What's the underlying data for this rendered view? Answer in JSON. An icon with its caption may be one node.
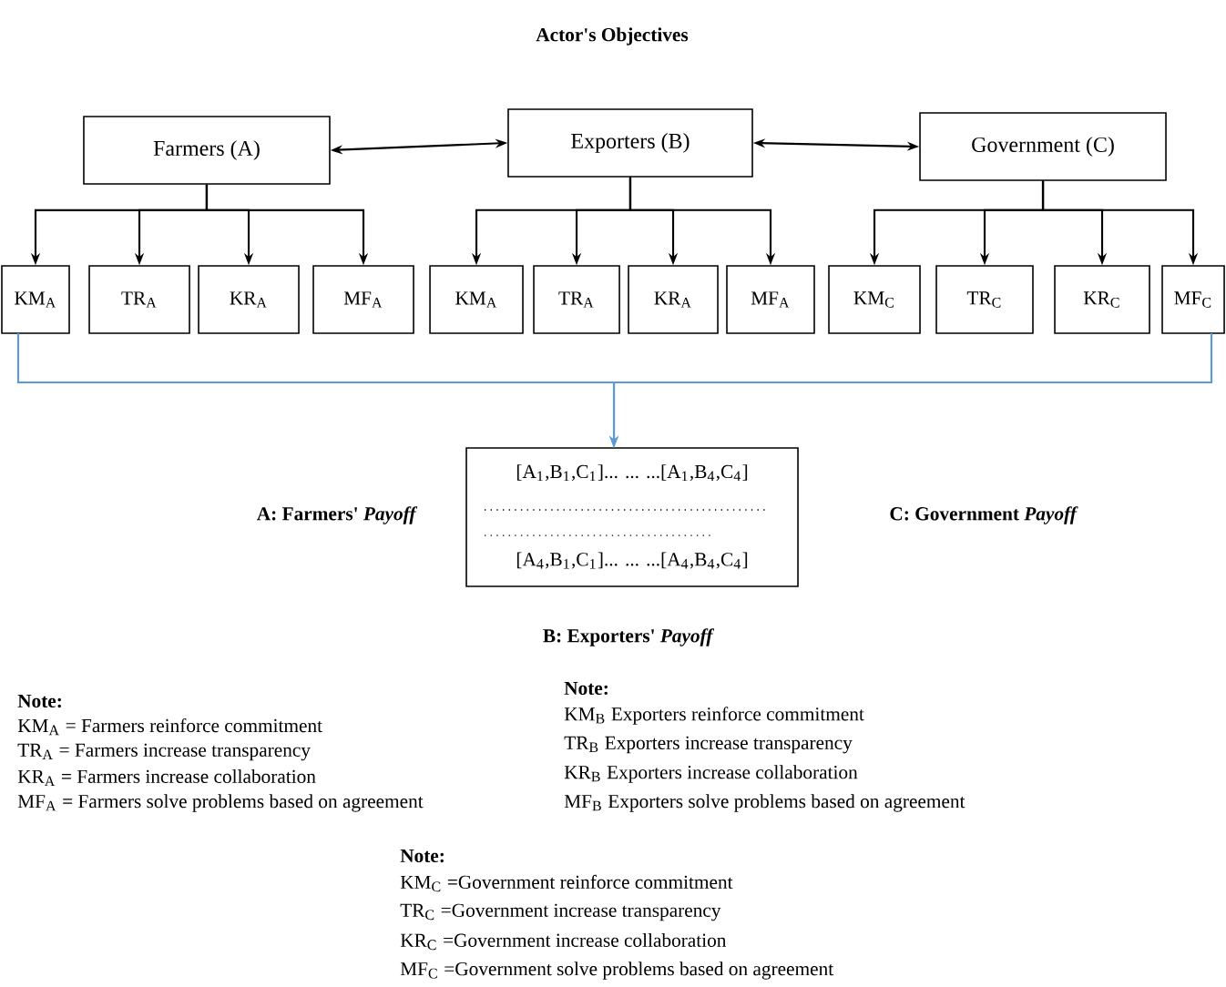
{
  "diagram": {
    "title": "Actor's Objectives",
    "nodes": [
      {
        "text": [
          "Farmers (A)"
        ]
      },
      {
        "text": [
          "Exporters (B)"
        ]
      },
      {
        "text": [
          "Government (C)"
        ]
      },
      {
        "text": [
          "KM$_{A}$"
        ]
      },
      {
        "text": [
          "TR$_{A}$"
        ]
      },
      {
        "text": [
          "KR$_{A}$"
        ]
      },
      {
        "text": [
          "MF$_{A}$"
        ]
      },
      {
        "text": [
          "KM$_{A}$"
        ]
      },
      {
        "text": [
          "TR$_{A}$"
        ]
      },
      {
        "text": [
          "KR$_{A}$"
        ]
      },
      {
        "text": [
          "MF$_{A}$"
        ]
      },
      {
        "text": [
          "KM$_{C}$"
        ]
      },
      {
        "text": [
          "TR$_{C}$"
        ]
      },
      {
        "text": [
          "KR$_{C}$"
        ]
      },
      {
        "text": [
          "MF$_{C}$"
        ]
      },
      {
        "text": [
          "[A$_{1}$,B$_{1}$,C$_{1}$]... ... ...[A$_{1}$,B$_{4}$,C$_{4}$]",
          "[A$_{4}$,B$_{1}$,C$_{1}$]... ... ...[A$_{4}$,B$_{4}$,C$_{4}$]"
        ]
      }
    ],
    "edges": [
      {
        "from": 0,
        "to": 1,
        "arrow": "both"
      },
      {
        "from": 1,
        "to": 2,
        "arrow": "both"
      },
      {
        "from": 0,
        "to": 3,
        "arrow": "to"
      },
      {
        "from": 0,
        "to": 4,
        "arrow": "to"
      },
      {
        "from": 0,
        "to": 5,
        "arrow": "to"
      },
      {
        "from": 0,
        "to": 6,
        "arrow": "to"
      },
      {
        "from": 1,
        "to": 7,
        "arrow": "to"
      },
      {
        "from": 1,
        "to": 8,
        "arrow": "to"
      },
      {
        "from": 1,
        "to": 9,
        "arrow": "to"
      },
      {
        "from": 1,
        "to": 10,
        "arrow": "to"
      },
      {
        "from": 2,
        "to": 11,
        "arrow": "to"
      },
      {
        "from": 2,
        "to": 12,
        "arrow": "to"
      },
      {
        "from": 2,
        "to": 13,
        "arrow": "to"
      },
      {
        "from": 2,
        "to": 14,
        "arrow": "to"
      },
      {
        "from": 3,
        "to": 15,
        "arrow": "to",
        "color": "#5b9bd5"
      },
      {
        "from": 14,
        "to": 15,
        "arrow": "to",
        "color": "#5b9bd5"
      }
    ],
    "labels": [
      "A: Farmers' *Payoff*",
      "C: Government *Payoff*",
      "B: Exporters' *Payoff*",
      "Note:",
      "KM$_{A}$ = Farmers reinforce commitment",
      "TR$_{A}$ = Farmers increase transparency",
      "KR$_{A}$ = Farmers increase collaboration",
      "MF$_{A}$ = Farmers solve problems based on agreement",
      "Note:",
      "KM$_{B}$ Exporters reinforce commitment",
      "TR$_{B}$ Exporters increase transparency",
      "KR$_{B}$ Exporters increase collaboration",
      "MF$_{B}$ Exporters solve problems based on agreement",
      "Note:",
      "KM$_{C}$ =Government reinforce commitment",
      "TR$_{C}$ =Government increase transparency",
      "KR$_{C}$ =Government increase collaboration",
      "MF$_{C}$ =Government solve problems based on agreement"
    ]
  }
}
